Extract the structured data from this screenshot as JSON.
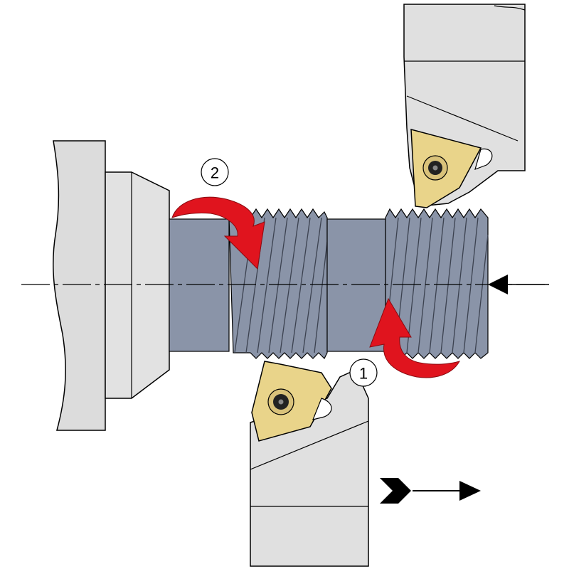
{
  "labels": {
    "step_1": "1",
    "step_2": "2"
  },
  "colors": {
    "chuck": "#dcdcdc",
    "workpiece": "#8a94a8",
    "workpiece_dark": "#6f788c",
    "thread_line": "#3c4250",
    "tool_holder": "#e0e0e0",
    "insert": "#e9d48a",
    "insert_screw": "#222222",
    "arrow_red": "#e0141e",
    "outline": "#000000"
  },
  "icons": [
    "spindle-axis-centerline",
    "feed-direction-arrow",
    "infeed-arrow",
    "rotation-arrow-1",
    "rotation-arrow-2",
    "torx-screw-icon"
  ]
}
